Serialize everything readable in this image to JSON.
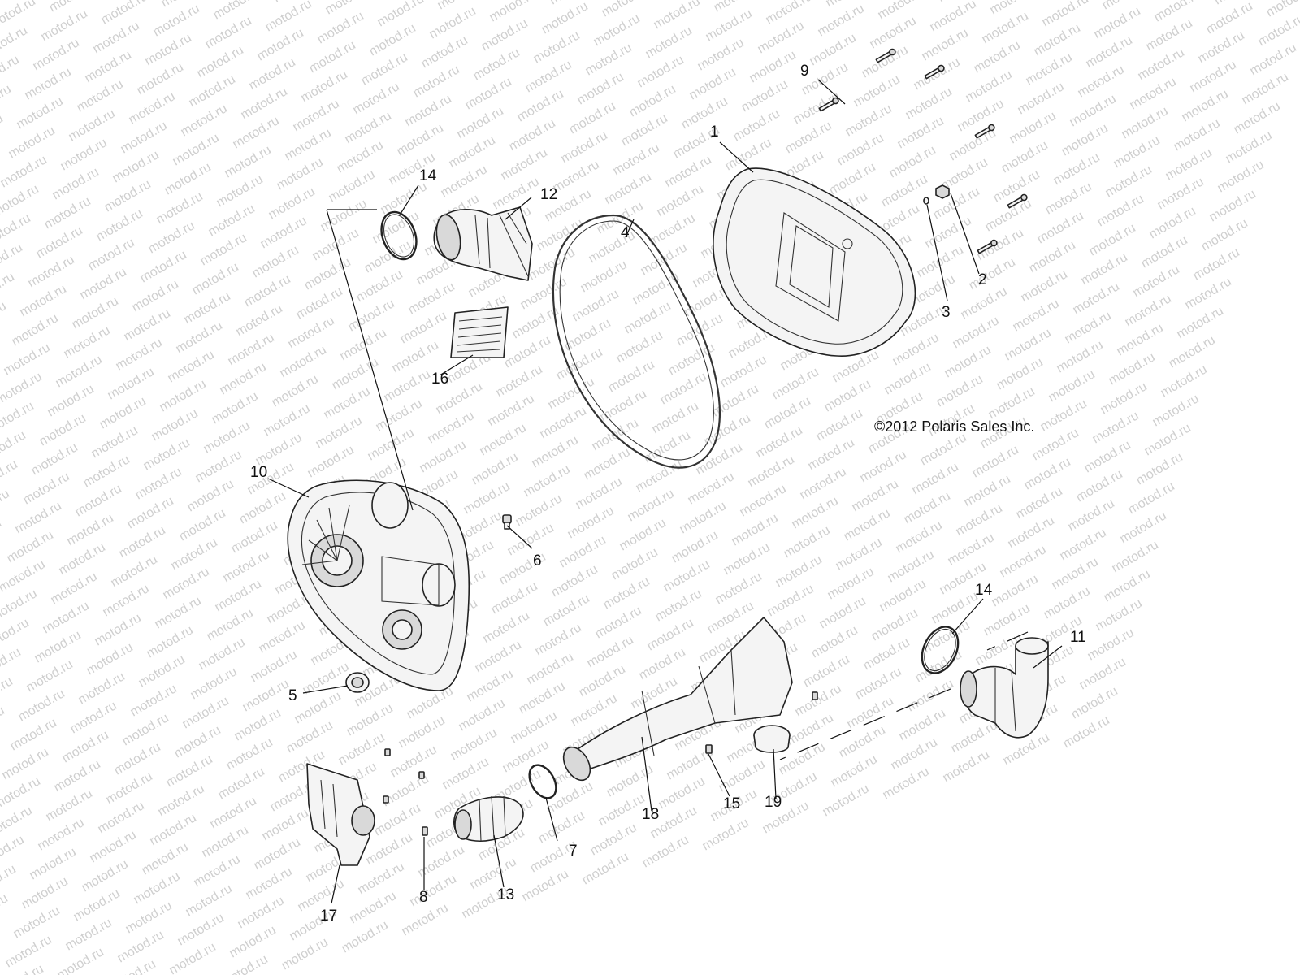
{
  "watermark": "motod.ru",
  "copyright": "©2012 Polaris Sales Inc.",
  "callouts": {
    "c1": "1",
    "c2": "2",
    "c3": "3",
    "c4": "4",
    "c5": "5",
    "c6": "6",
    "c7": "7",
    "c8": "8",
    "c9": "9",
    "c10": "10",
    "c11": "11",
    "c12": "12",
    "c13": "13",
    "c14a": "14",
    "c14b": "14",
    "c15": "15",
    "c16": "16",
    "c17": "17",
    "c18": "18",
    "c19": "19"
  }
}
